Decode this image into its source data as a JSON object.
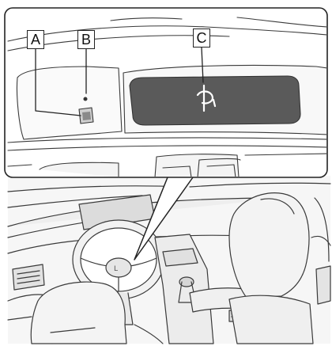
{
  "callouts": {
    "a": "A",
    "b": "B",
    "c": "C"
  },
  "icons": {
    "wireless_charger": "qi-charging-icon",
    "power_switch": "charger-switch-icon",
    "indicator": "operation-indicator-icon"
  },
  "colors": {
    "line": "#222222",
    "pad": "#5a5a5a",
    "background": "#ffffff"
  }
}
